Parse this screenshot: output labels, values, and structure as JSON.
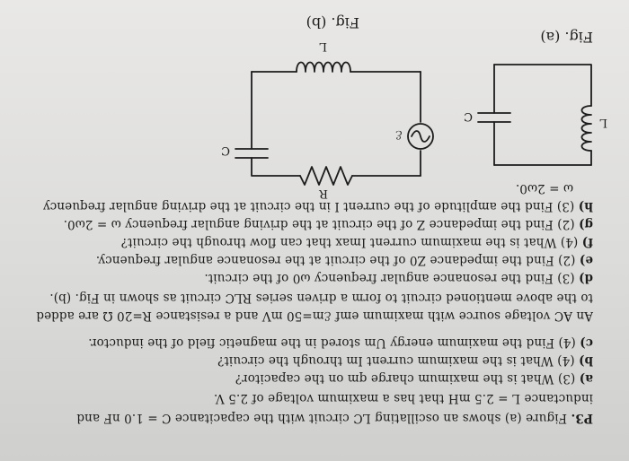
{
  "problem": {
    "heading": "P3.",
    "intro_1": "Figure (a) shows an oscillating LC circuit with the capacitance C = 1.0 nF and",
    "intro_2": "inductance L = 2.5 mH that has a maximum voltage of 2.5 V.",
    "parts_lc": [
      {
        "label": "a)",
        "text": "(3) What is the maximum charge qm on the capacitor?"
      },
      {
        "label": "b)",
        "text": "(4) What is the maximum current Im through the circuit?"
      },
      {
        "label": "c)",
        "text": "(4) Find the maximum energy Um stored in the magnetic field of the inductor."
      }
    ],
    "rlc_intro_1": "An AC voltage source with maximum emf ℰm=50 mV and a resistance R=20 Ω are added",
    "rlc_intro_2": "to the above mentioned circuit to form a driven series RLC circuit as shown in Fig. (b).",
    "parts_rlc": [
      {
        "label": "d)",
        "text": "(3) Find the resonance angular frequency ω0 of the circuit."
      },
      {
        "label": "e)",
        "text": "(2) Find the impedance Z0 of the circuit at the resonance angular frequency."
      },
      {
        "label": "f)",
        "text": "(4) What is the maximum current Imax that can flow through the circuit?"
      },
      {
        "label": "g)",
        "text": "(2) Find the impedance Z of the circuit at the driving angular frequency ω = 2ω0."
      },
      {
        "label": "h)",
        "text": "(3) Find the amplitude of the current I in the circuit at the driving angular frequency"
      }
    ],
    "last_line": "ω = 2ω0."
  },
  "figures": {
    "fig_a": {
      "caption": "Fig. (a)",
      "label_c": "C",
      "label_l": "L"
    },
    "fig_b": {
      "caption": "Fig. (b)",
      "label_r": "R",
      "label_c": "C",
      "label_l": "L",
      "label_emf": "ℰ"
    }
  },
  "colors": {
    "ink": "#1c1c1c",
    "page": "#e2e2e0"
  }
}
